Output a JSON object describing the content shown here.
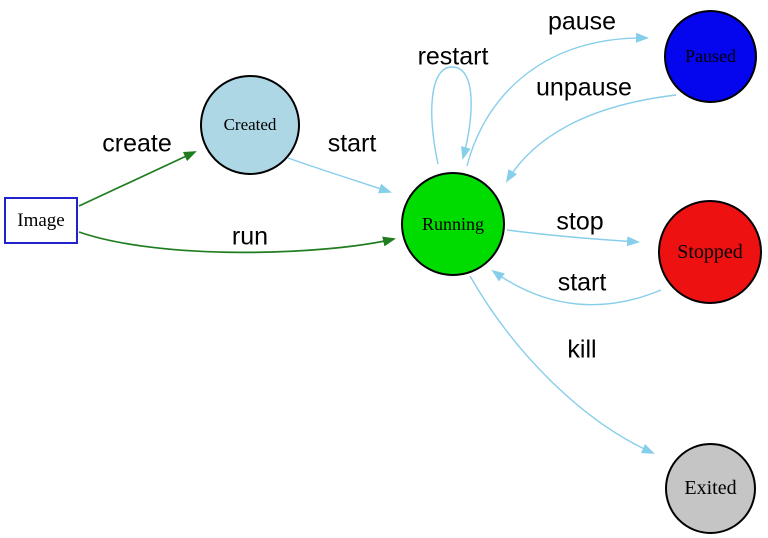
{
  "diagram": {
    "type": "state-diagram",
    "nodes": [
      {
        "id": "image",
        "label": "Image",
        "shape": "rectangle",
        "fill": "#ffffff",
        "border": "#2222cc"
      },
      {
        "id": "created",
        "label": "Created",
        "shape": "circle",
        "fill": "#aed7e6",
        "border": "#000000"
      },
      {
        "id": "running",
        "label": "Running",
        "shape": "circle",
        "fill": "#00dc00",
        "border": "#000000"
      },
      {
        "id": "paused",
        "label": "Paused",
        "shape": "circle",
        "fill": "#0505ee",
        "border": "#000000"
      },
      {
        "id": "stopped",
        "label": "Stopped",
        "shape": "circle",
        "fill": "#ee1111",
        "border": "#000000"
      },
      {
        "id": "exited",
        "label": "Exited",
        "shape": "circle",
        "fill": "#c5c5c5",
        "border": "#000000"
      }
    ],
    "edges": [
      {
        "label": "create",
        "from": "image",
        "to": "created",
        "color": "#1f7d1f"
      },
      {
        "label": "run",
        "from": "image",
        "to": "running",
        "color": "#1f7d1f"
      },
      {
        "label": "start",
        "from": "created",
        "to": "running",
        "color": "#87ceeb"
      },
      {
        "label": "restart",
        "from": "running",
        "to": "running",
        "color": "#87ceeb"
      },
      {
        "label": "pause",
        "from": "running",
        "to": "paused",
        "color": "#87ceeb"
      },
      {
        "label": "unpause",
        "from": "paused",
        "to": "running",
        "color": "#87ceeb"
      },
      {
        "label": "stop",
        "from": "running",
        "to": "stopped",
        "color": "#87ceeb"
      },
      {
        "label": "start",
        "from": "stopped",
        "to": "running",
        "color": "#87ceeb"
      },
      {
        "label": "kill",
        "from": "running",
        "to": "exited",
        "color": "#87ceeb"
      }
    ],
    "colors": {
      "edge_blue": "#87ceeb",
      "edge_green": "#1f7d1f",
      "node_border": "#000000",
      "image_border": "#2222cc",
      "label_color": "#000000",
      "background": "#ffffff"
    }
  }
}
